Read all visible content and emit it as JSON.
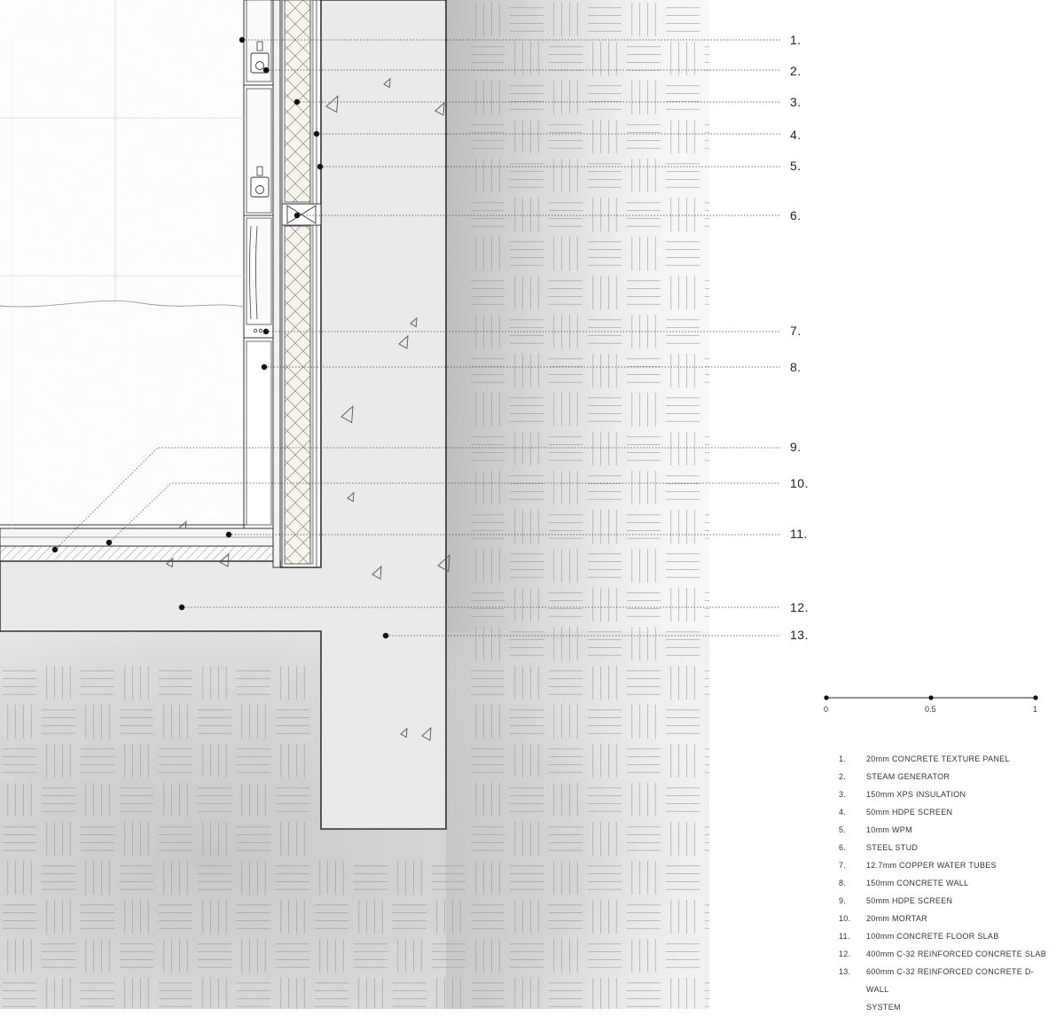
{
  "callouts": [
    "1.",
    "2.",
    "3.",
    "4.",
    "5.",
    "6.",
    "7.",
    "8.",
    "9.",
    "10.",
    "11.",
    "12.",
    "13."
  ],
  "scale_bar": {
    "labels": [
      "0",
      "0.5",
      "1"
    ]
  },
  "legend": [
    {
      "num": "1.",
      "text": "20mm CONCRETE TEXTURE PANEL"
    },
    {
      "num": "2.",
      "text": "STEAM GENERATOR"
    },
    {
      "num": "3.",
      "text": "150mm XPS INSULATION"
    },
    {
      "num": "4.",
      "text": "50mm HDPE SCREEN"
    },
    {
      "num": "5.",
      "text": "10mm WPM"
    },
    {
      "num": "6.",
      "text": "STEEL STUD"
    },
    {
      "num": "7.",
      "text": "12.7mm COPPER WATER TUBES"
    },
    {
      "num": "8.",
      "text": "150mm CONCRETE WALL"
    },
    {
      "num": "9.",
      "text": "50mm HDPE SCREEN"
    },
    {
      "num": "10.",
      "text": "20mm MORTAR"
    },
    {
      "num": "11.",
      "text": "100mm CONCRETE FLOOR SLAB"
    },
    {
      "num": "12.",
      "text": "400mm C-32 REINFORCED CONCRETE SLAB"
    },
    {
      "num": "13.",
      "text": "600mm C-32 REINFORCED CONCRETE D-WALL"
    },
    {
      "num": "",
      "text": "SYSTEM"
    }
  ],
  "colors": {
    "concrete": "#ececec",
    "soil": "#d3d3d3",
    "line": "#333333",
    "insulation": "#f4f0e6"
  }
}
